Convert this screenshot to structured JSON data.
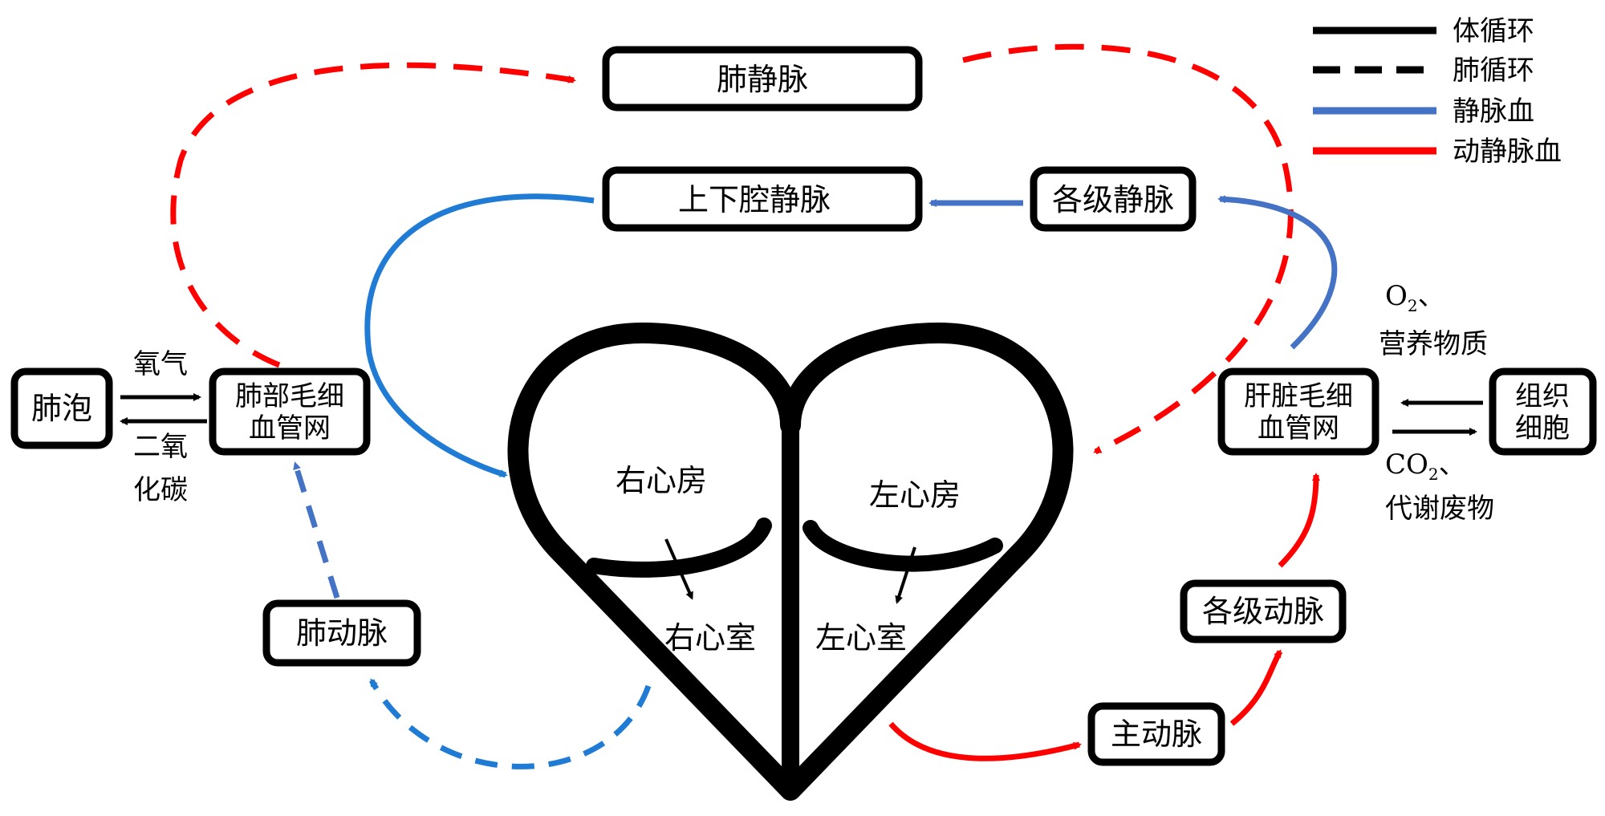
{
  "legend": [
    {
      "label": "体循环",
      "style": "solid",
      "color": "#000000"
    },
    {
      "label": "肺循环",
      "style": "dashed",
      "color": "#000000"
    },
    {
      "label": "静脉血",
      "style": "solid",
      "color": "#4472c4"
    },
    {
      "label": "动静脉血",
      "style": "solid",
      "color": "#ff0000"
    }
  ],
  "nodes": {
    "pulmonary_vein": "肺静脉",
    "vena_cava": "上下腔静脉",
    "veins_all_levels": "各级静脉",
    "alveoli": "肺泡",
    "lung_capillary_line1": "肺部毛细",
    "lung_capillary_line2": "血管网",
    "liver_capillary_line1": "肝脏毛细",
    "liver_capillary_line2": "血管网",
    "tissue_cell_line1": "组织",
    "tissue_cell_line2": "细胞",
    "pulmonary_artery": "肺动脉",
    "aorta": "主动脉",
    "arteries_all_levels": "各级动脉"
  },
  "heart": {
    "right_atrium": "右心房",
    "left_atrium": "左心房",
    "right_ventricle": "右心室",
    "left_ventricle": "左心室"
  },
  "exchange": {
    "oxygen": "氧气",
    "co2_line1": "二氧",
    "co2_line2": "化碳",
    "o2_prefix": "O",
    "o2_sub": "2",
    "o2_suffix": "、",
    "nutrients": "营养物质",
    "co2_prefix": "CO",
    "co2_sub": "2",
    "co2_suffix": "、",
    "wastes": "代谢废物"
  },
  "colors": {
    "systemic": "#000000",
    "venous_blue": "#4472c4",
    "vein_blue_light": "#1f7bd4",
    "arterial_red": "#ff0000"
  }
}
